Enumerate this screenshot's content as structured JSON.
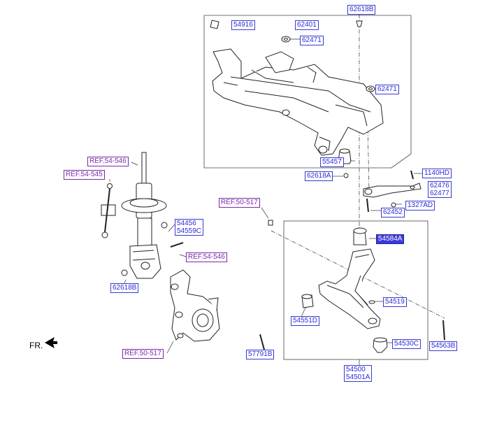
{
  "diagram": {
    "labels": {
      "l62618B_top": "62618B",
      "l54916": "54916",
      "l62401": "62401",
      "l62471_a": "62471",
      "l62471_b": "62471",
      "l55457": "55457",
      "l62618A": "62618A",
      "l1140HD": "1140HD",
      "l62476": "62476",
      "l62477": "62477",
      "l1327AD": "1327AD",
      "l62452": "62452",
      "ref_54546_a": "REF.54-546",
      "ref_54545": "REF.54-545",
      "ref_50517_a": "REF.50-517",
      "l54456": "54456",
      "l54559C": "54559C",
      "ref_54546_b": "REF.54-546",
      "l54584A": "54584A",
      "l62618B_low": "62618B",
      "l54519": "54519",
      "l54551D": "54551D",
      "l54530C": "54530C",
      "l54563B": "54563B",
      "l57791B": "57791B",
      "ref_50517_b": "REF.50-517",
      "l54500": "54500",
      "l54501A": "54501A"
    },
    "direction_label": "FR."
  },
  "colors": {
    "label_border": "#3a3ad0",
    "label_text": "#2b2bd6",
    "ref_text": "#7a2aa8",
    "highlight_bg": "#3a3ad8"
  }
}
